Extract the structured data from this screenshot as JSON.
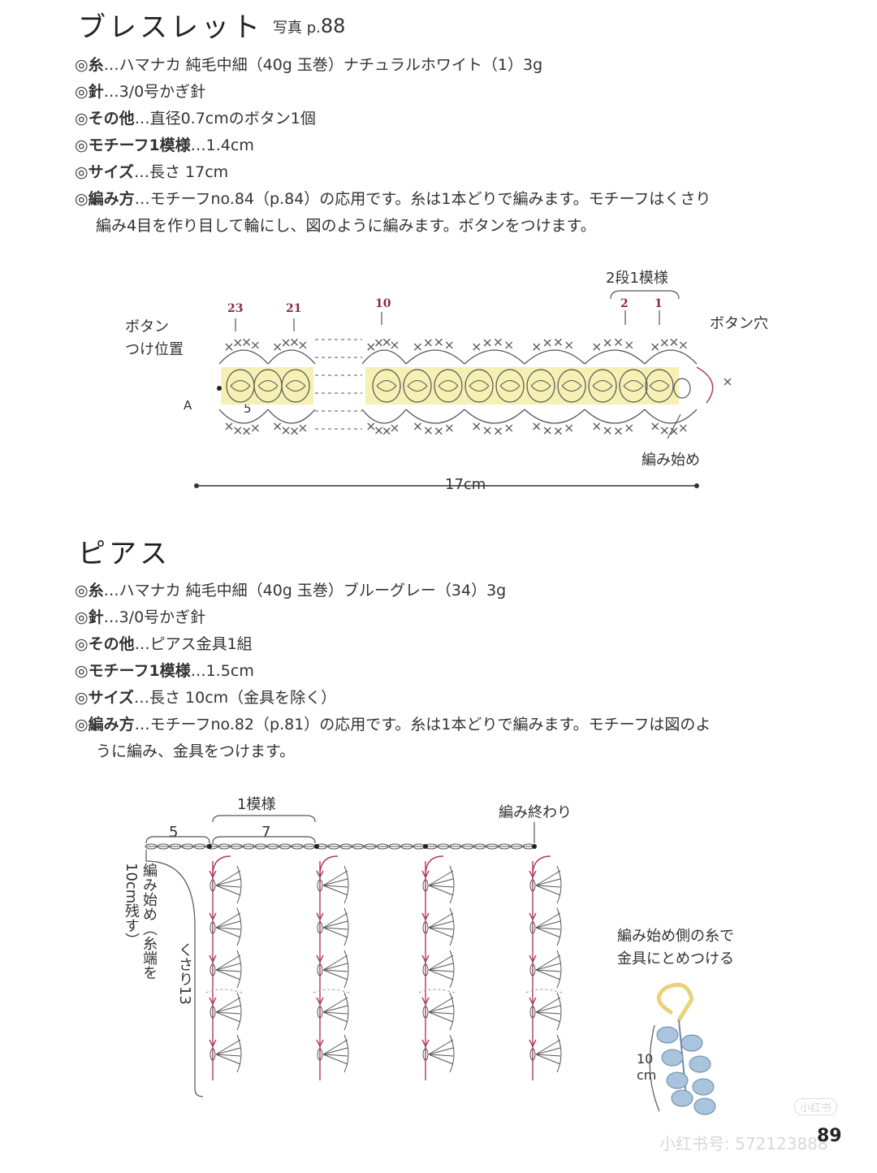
{
  "bracelet": {
    "title": "ブレスレット",
    "photo_label": "写真 p.",
    "photo_page": "88",
    "specs": [
      {
        "key": "◎糸",
        "value": "…ハマナカ 純毛中細（40g 玉巻）ナチュラルホワイト（1）3g"
      },
      {
        "key": "◎針",
        "value": "…3/0号かぎ針"
      },
      {
        "key": "◎その他",
        "value": "…直径0.7cmのボタン1個"
      },
      {
        "key": "◎モチーフ1模様",
        "value": "…1.4cm"
      },
      {
        "key": "◎サイズ",
        "value": "…長さ 17cm"
      },
      {
        "key": "◎編み方",
        "value": "…モチーフno.84（p.84）の応用です。糸は1本どりで編みます。モチーフはくさり"
      }
    ],
    "spec_cont": "編み4目を作り目して輪にし、図のように編みます。ボタンをつけます。",
    "diagram": {
      "repeat_label": "2段1模様",
      "row_numbers": [
        "23",
        "21",
        "10",
        "2",
        "1"
      ],
      "button_label_1": "ボタン",
      "button_label_2": "つけ位置",
      "buttonhole_label": "ボタン穴",
      "start_label": "編み始め",
      "length_label": "17cm",
      "mark_a": "A",
      "mark_5": "5",
      "colors": {
        "highlight": "#f6f0b4",
        "accent": "#b03a5b",
        "ink": "#555555"
      }
    }
  },
  "earrings": {
    "title": "ピアス",
    "specs": [
      {
        "key": "◎糸",
        "value": "…ハマナカ 純毛中細（40g 玉巻）ブルーグレー（34）3g"
      },
      {
        "key": "◎針",
        "value": "…3/0号かぎ針"
      },
      {
        "key": "◎その他",
        "value": "…ピアス金具1組"
      },
      {
        "key": "◎モチーフ1模様",
        "value": "…1.5cm"
      },
      {
        "key": "◎サイズ",
        "value": "…長さ 10cm（金具を除く）"
      },
      {
        "key": "◎編み方",
        "value": "…モチーフno.82（p.81）の応用です。糸は1本どりで編みます。モチーフは図のよ"
      }
    ],
    "spec_cont": "うに編み、金具をつけます。",
    "diagram": {
      "repeat_label": "1模様",
      "count_5": "5",
      "count_7": "7",
      "end_label": "編み終わり",
      "start_vertical": "編み始め（糸端を10cm残す）",
      "chain_vertical": "くさり13",
      "attach_label_1": "編み始め側の糸で",
      "attach_label_2": "金具にとめつける",
      "size_label_1": "10",
      "size_label_2": "cm",
      "colors": {
        "hook": "#e9d27a",
        "drops": "#a9c4dc"
      }
    }
  },
  "watermark": "小红书号: 572123888",
  "watermark_badge": "小红书",
  "page_number": "89"
}
